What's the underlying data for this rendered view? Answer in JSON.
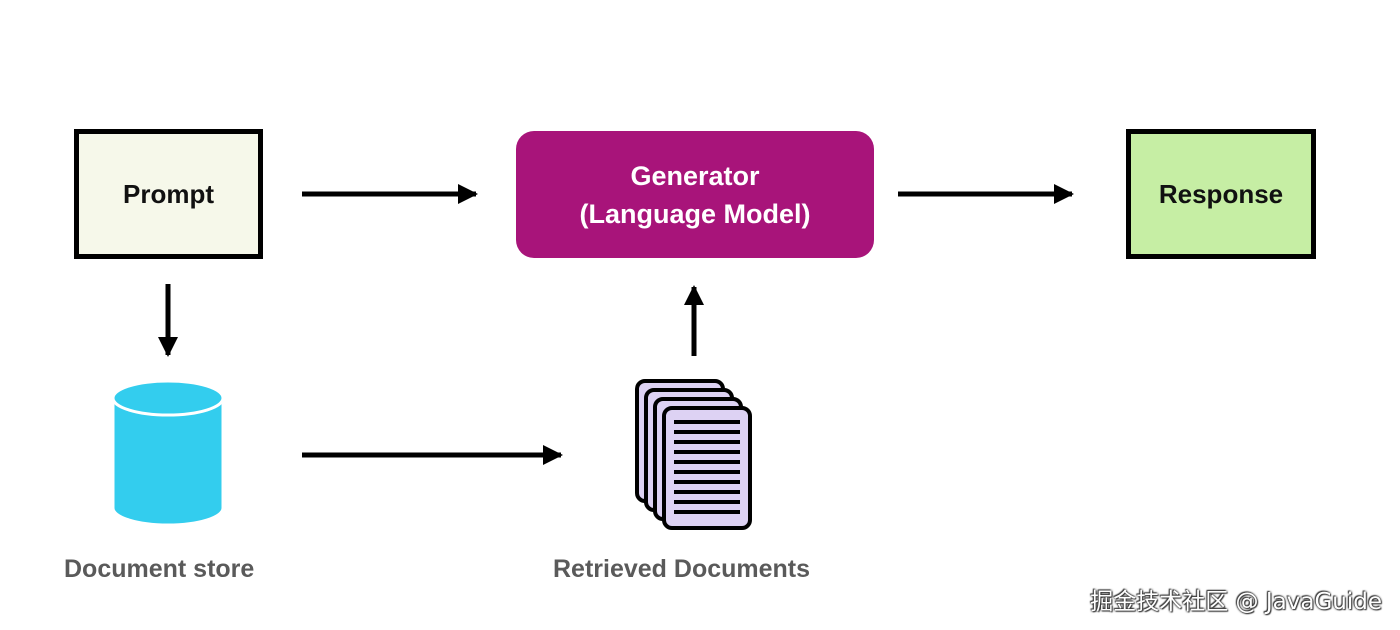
{
  "diagram": {
    "nodes": {
      "prompt": {
        "label": "Prompt"
      },
      "generator": {
        "label_line1": "Generator",
        "label_line2": "(Language Model)"
      },
      "response": {
        "label": "Response"
      },
      "document_store": {
        "label": "Document store"
      },
      "retrieved_documents": {
        "label": "Retrieved Documents"
      }
    },
    "edges": [
      {
        "from": "prompt",
        "to": "generator"
      },
      {
        "from": "generator",
        "to": "response"
      },
      {
        "from": "prompt",
        "to": "document_store"
      },
      {
        "from": "document_store",
        "to": "retrieved_documents"
      },
      {
        "from": "retrieved_documents",
        "to": "generator"
      }
    ],
    "colors": {
      "generator_fill": "#a8147a",
      "prompt_fill": "#f6f8ea",
      "response_fill": "#c6eea4",
      "database_fill": "#33cdee",
      "documents_fill": "#ddd2f3"
    }
  },
  "watermark": "掘金技术社区 @ JavaGuide"
}
